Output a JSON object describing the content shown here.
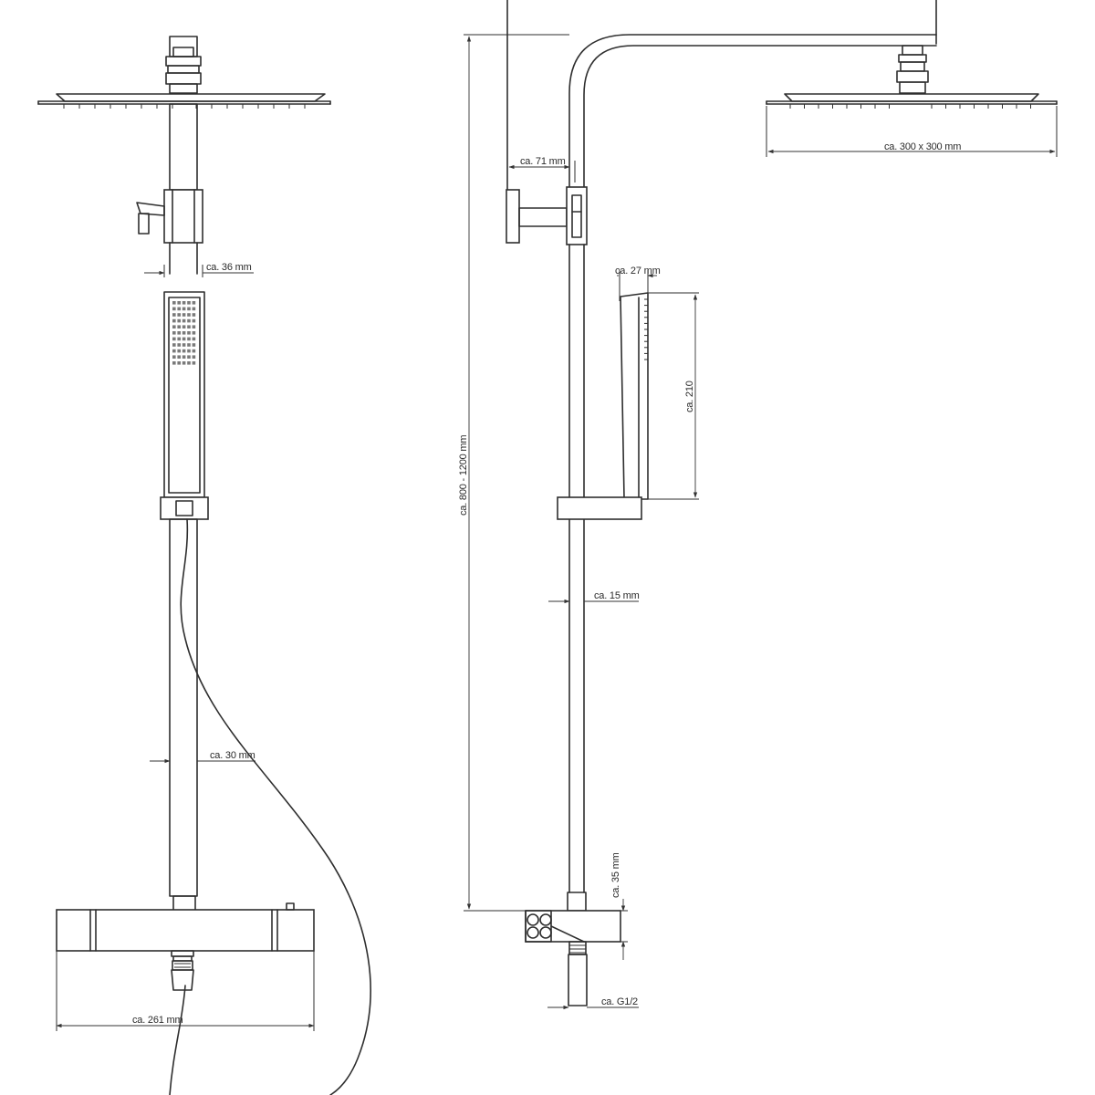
{
  "dimensions": {
    "d36": "ca. 36 mm",
    "d30": "ca. 30 mm",
    "d261": "ca. 261 mm",
    "d800": "ca. 800 - 1200 mm",
    "d71": "ca. 71 mm",
    "d27": "ca. 27 mm",
    "d210": "ca. 210",
    "d15": "ca. 15 mm",
    "d35": "ca. 35 mm",
    "dg12": "ca. G1/2",
    "d300": "ca. 300 x 300 mm"
  }
}
